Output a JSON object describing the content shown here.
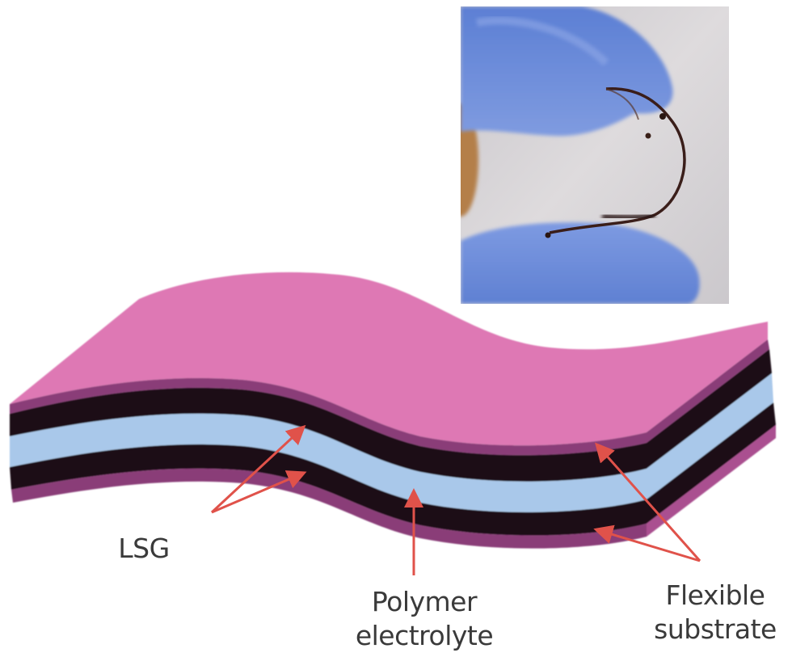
{
  "figure": {
    "description": "Schematic of a flexible laser-scribed graphene supercapacitor with inset photo of a bent device",
    "labels": {
      "lsg": "LSG",
      "polymer_electrolyte": [
        "Polymer",
        "electrolyte"
      ],
      "flexible_substrate": [
        "Flexible",
        "substrate"
      ]
    },
    "layers_top_to_bottom": [
      {
        "name": "Flexible substrate (top)",
        "color": "#de78b4"
      },
      {
        "name": "LSG (top electrode)",
        "color": "#1a0d14"
      },
      {
        "name": "Polymer electrolyte",
        "color": "#a9c8ea"
      },
      {
        "name": "LSG (bottom electrode)",
        "color": "#1a0d14"
      },
      {
        "name": "Flexible substrate (bottom)",
        "color": "#8a3d78"
      }
    ],
    "arrow_color": "#e0524a",
    "inset_photo": {
      "subject": "gloved fingers bending a thin flexible device",
      "glove_color": "#6f8fd8",
      "background_color": "#d4d1d4"
    }
  }
}
